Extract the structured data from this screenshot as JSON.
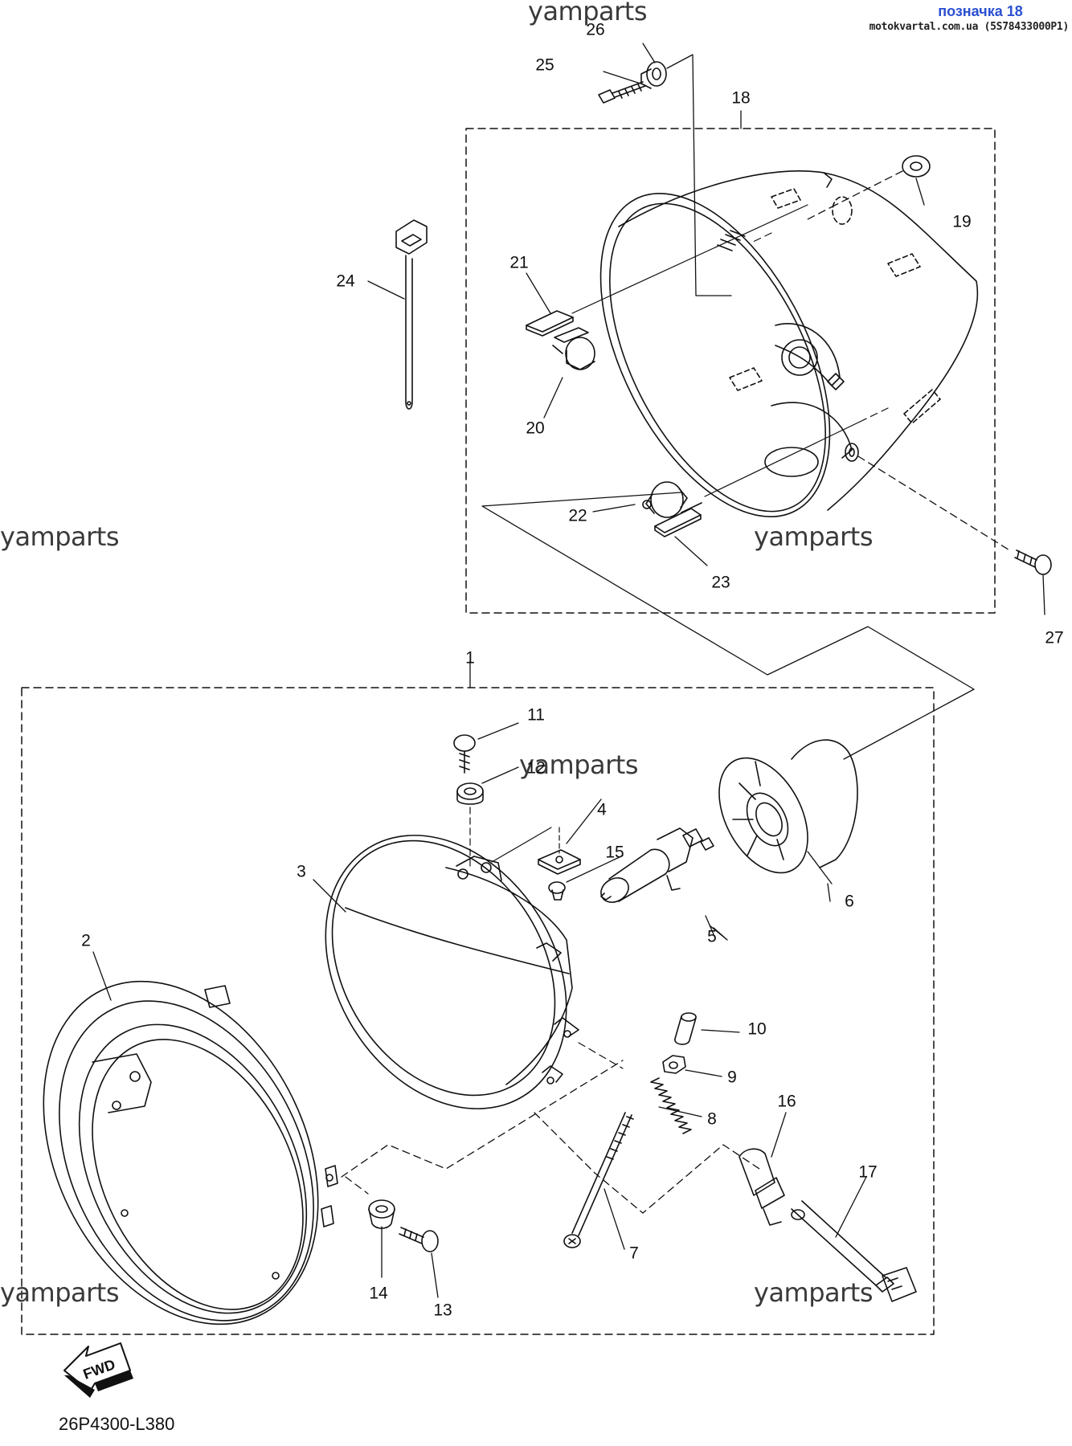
{
  "watermarks": {
    "top": "yamparts",
    "left_mid": "yamparts",
    "right_mid": "yamparts",
    "center": "yamparts",
    "bottom_left": "yamparts",
    "bottom_right": "yamparts"
  },
  "header": {
    "tag": "позначка 18",
    "source": "motokvartal.com.ua (5S78433000P1)"
  },
  "callouts": {
    "p1": "1",
    "p2": "2",
    "p3": "3",
    "p4": "4",
    "p5": "5",
    "p6": "6",
    "p7": "7",
    "p8": "8",
    "p9": "9",
    "p10": "10",
    "p11": "11",
    "p12": "12",
    "p13": "13",
    "p14": "14",
    "p15": "15",
    "p16": "16",
    "p17": "17",
    "p18": "18",
    "p19": "19",
    "p20": "20",
    "p21": "21",
    "p22": "22",
    "p23": "23",
    "p24": "24",
    "p25": "25",
    "p26": "26",
    "p27": "27"
  },
  "fwd_badge": "FWD",
  "diagram_code": "26P4300-L380"
}
